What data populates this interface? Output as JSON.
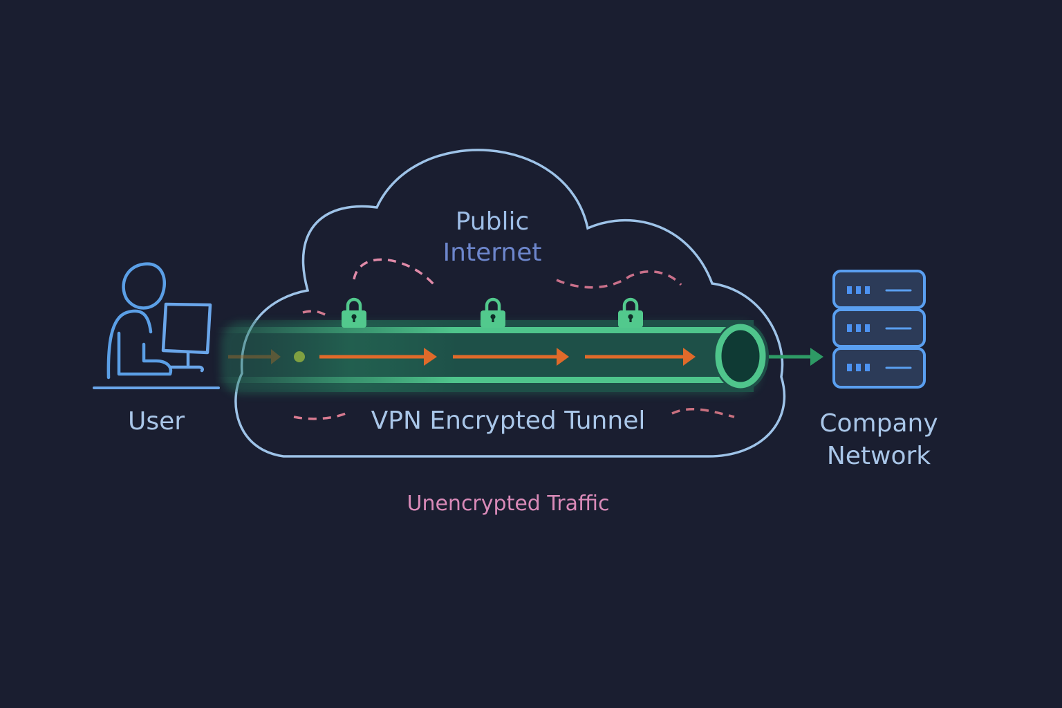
{
  "diagram": {
    "title": "VPN Encrypted Tunnel",
    "cloud_label_line1": "Public",
    "cloud_label_line2": "Internet",
    "tunnel_label": "VPN Encrypted Tunnel",
    "unencrypted_label": "Unencrypted Traffic",
    "user_label": "User",
    "company_label_line1": "Company",
    "company_label_line2": "Network",
    "lock_count": 3,
    "server_units": 3,
    "icons": {
      "user": "user-at-computer-icon",
      "server": "server-stack-icon",
      "lock": "padlock-icon"
    },
    "colors": {
      "background": "#1a1e30",
      "cloud_outline": "#9ec3e8",
      "public_text": "#9dbde6",
      "internet_text": "#6d86cc",
      "tunnel_fill": "#1e5048",
      "tunnel_edge": "#4fc58c",
      "lock": "#52c98d",
      "data_arrow": "#e06a2a",
      "exit_arrow": "#2e9a65",
      "user_icon": "#5b9fe6",
      "server_icon": "#5a9ff0",
      "unencrypted_dash": "#e08aa8",
      "unencrypted_text": "#d98ab8",
      "label_text": "#a9c6e8"
    }
  }
}
